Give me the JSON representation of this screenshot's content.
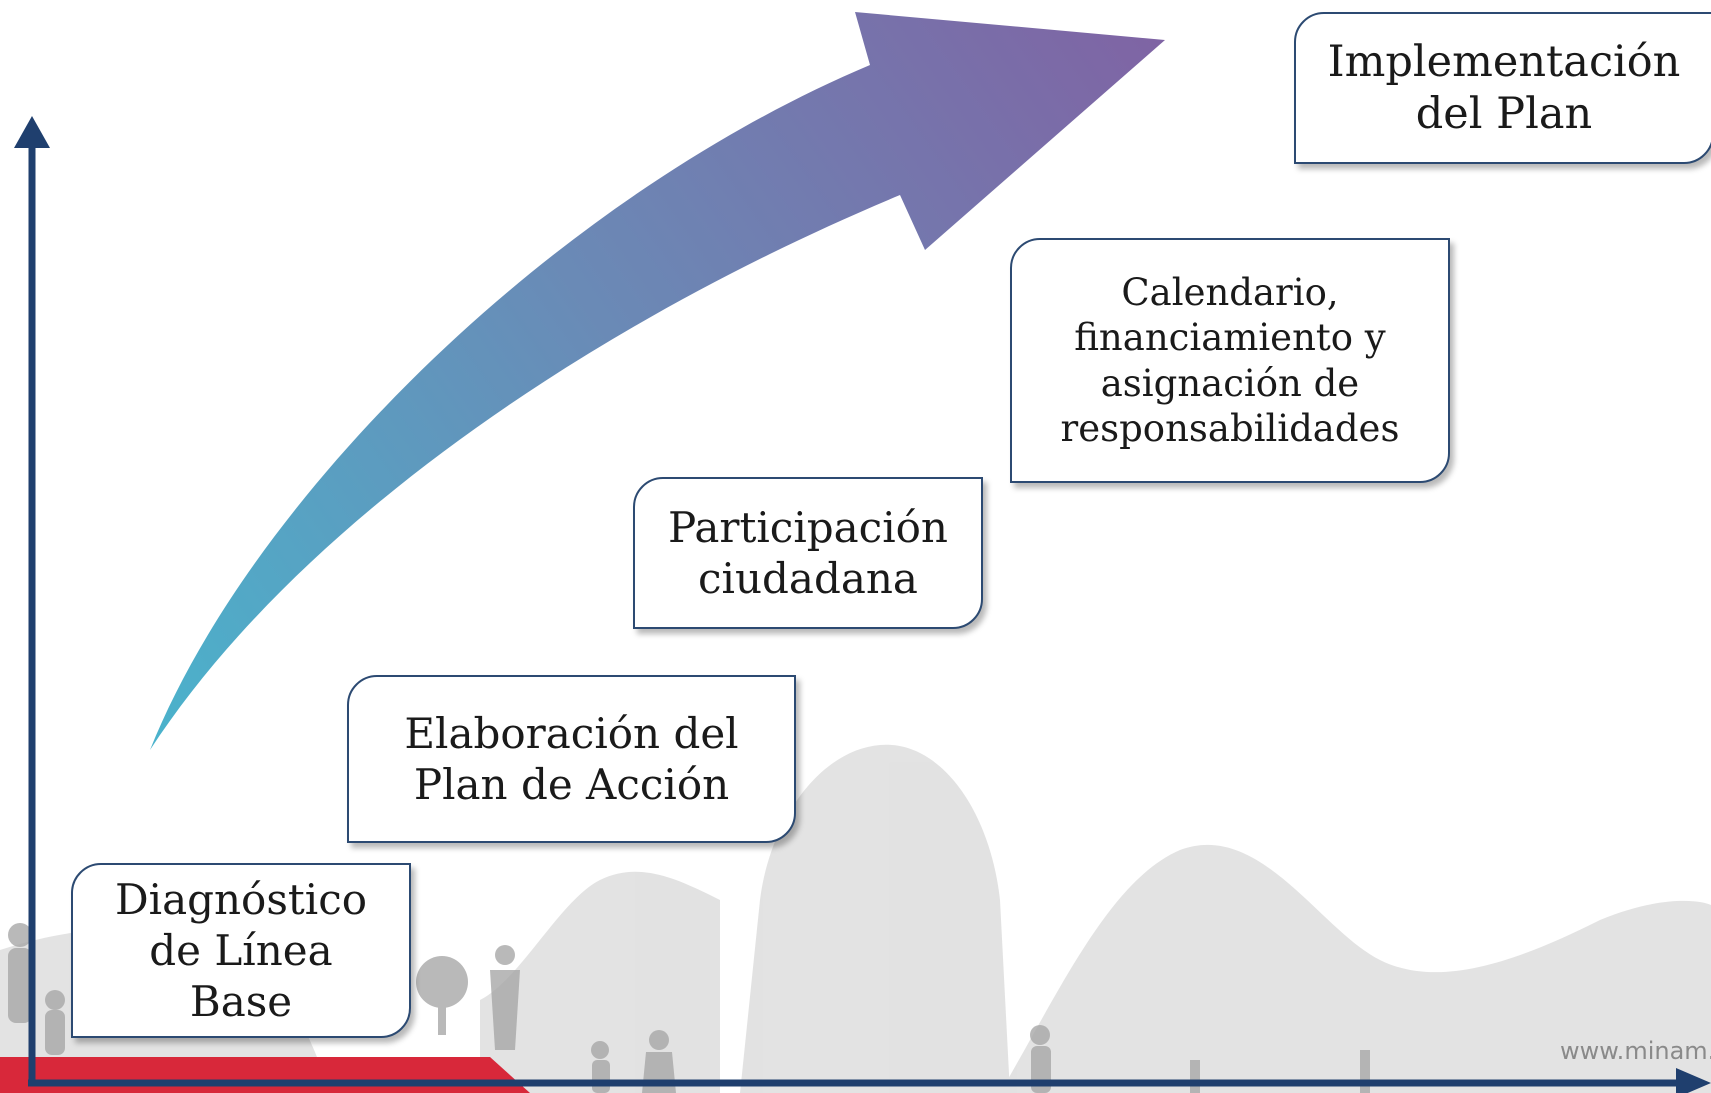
{
  "steps": [
    {
      "label": "Diagnóstico\nde Línea\nBase"
    },
    {
      "label": "Elaboración del\nPlan de Acción"
    },
    {
      "label": "Participación\nciudadana"
    },
    {
      "label": "Calendario,\nfinanciamiento y\nasignación de\nresponsabilidades"
    },
    {
      "label": "Implementación\ndel Plan"
    }
  ],
  "watermark": "www.minam.gob.p",
  "colors": {
    "axis": "#1f3f6e",
    "arrow_start": "#4ab3cc",
    "arrow_end": "#7f64a4",
    "box_border": "#2c4a72",
    "footer_red": "#d8283a"
  }
}
